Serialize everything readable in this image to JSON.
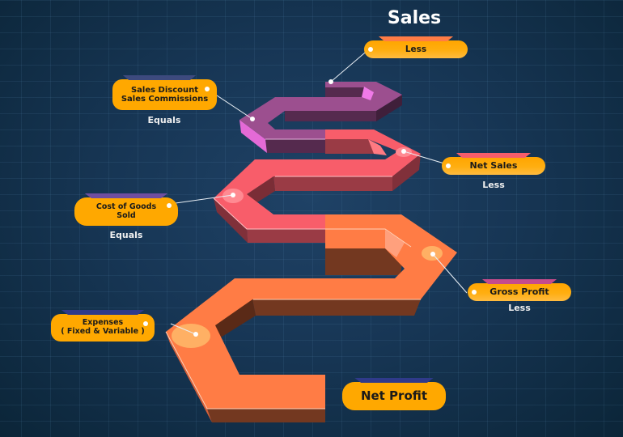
{
  "title": "Sales",
  "colors": {
    "label_fill": "#ffa800",
    "segment_purple": "#9c4f8f",
    "segment_red": "#f85d6a",
    "segment_orange": "#ff7c45",
    "background": "#173655"
  },
  "labels": [
    {
      "id": "less",
      "text": "Less",
      "connector": ""
    },
    {
      "id": "sales-discount",
      "text": "Sales Discount\nSales Commissions",
      "connector": "Equals"
    },
    {
      "id": "net-sales",
      "text": "Net Sales",
      "connector": "Less"
    },
    {
      "id": "cost-of-goods",
      "text": "Cost of Goods\nSold",
      "connector": "Equals"
    },
    {
      "id": "gross-profit",
      "text": "Gross Profit",
      "connector": "Less"
    },
    {
      "id": "expenses",
      "text": "Expenses\n( Fixed & Variable )",
      "connector": ""
    },
    {
      "id": "net-profit",
      "text": "Net Profit",
      "connector": ""
    }
  ]
}
